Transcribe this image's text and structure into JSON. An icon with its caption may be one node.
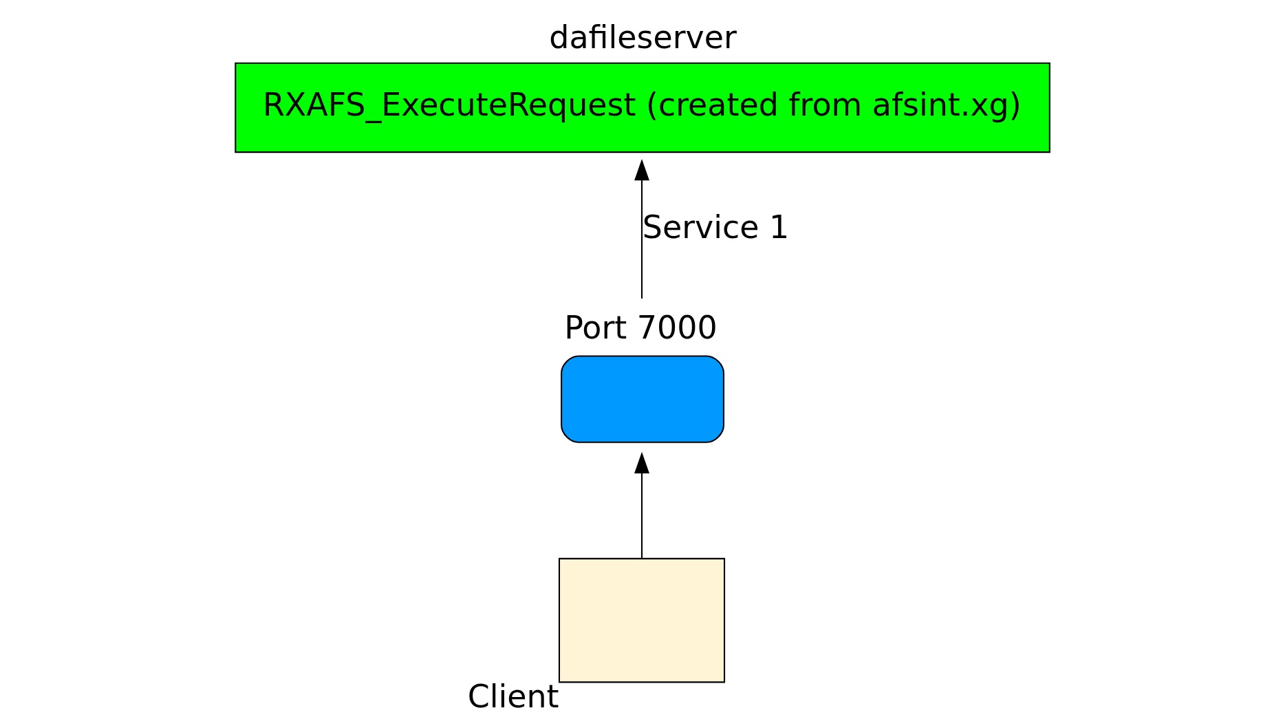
{
  "diagram": {
    "nodes": [
      {
        "text": [
          "dafileserver",
          "RXAFS_ExecuteRequest (created from afsint.xg)"
        ]
      },
      {
        "text": [
          "Port 7000"
        ]
      },
      {
        "text": [],
        "shape": "box",
        "beside": [
          "Client"
        ]
      }
    ],
    "edges": [
      {
        "from": 2,
        "to": 1,
        "arrow": "to"
      },
      {
        "from": 1,
        "to": 0,
        "arrow": "to",
        "label": "Service 1"
      }
    ]
  }
}
